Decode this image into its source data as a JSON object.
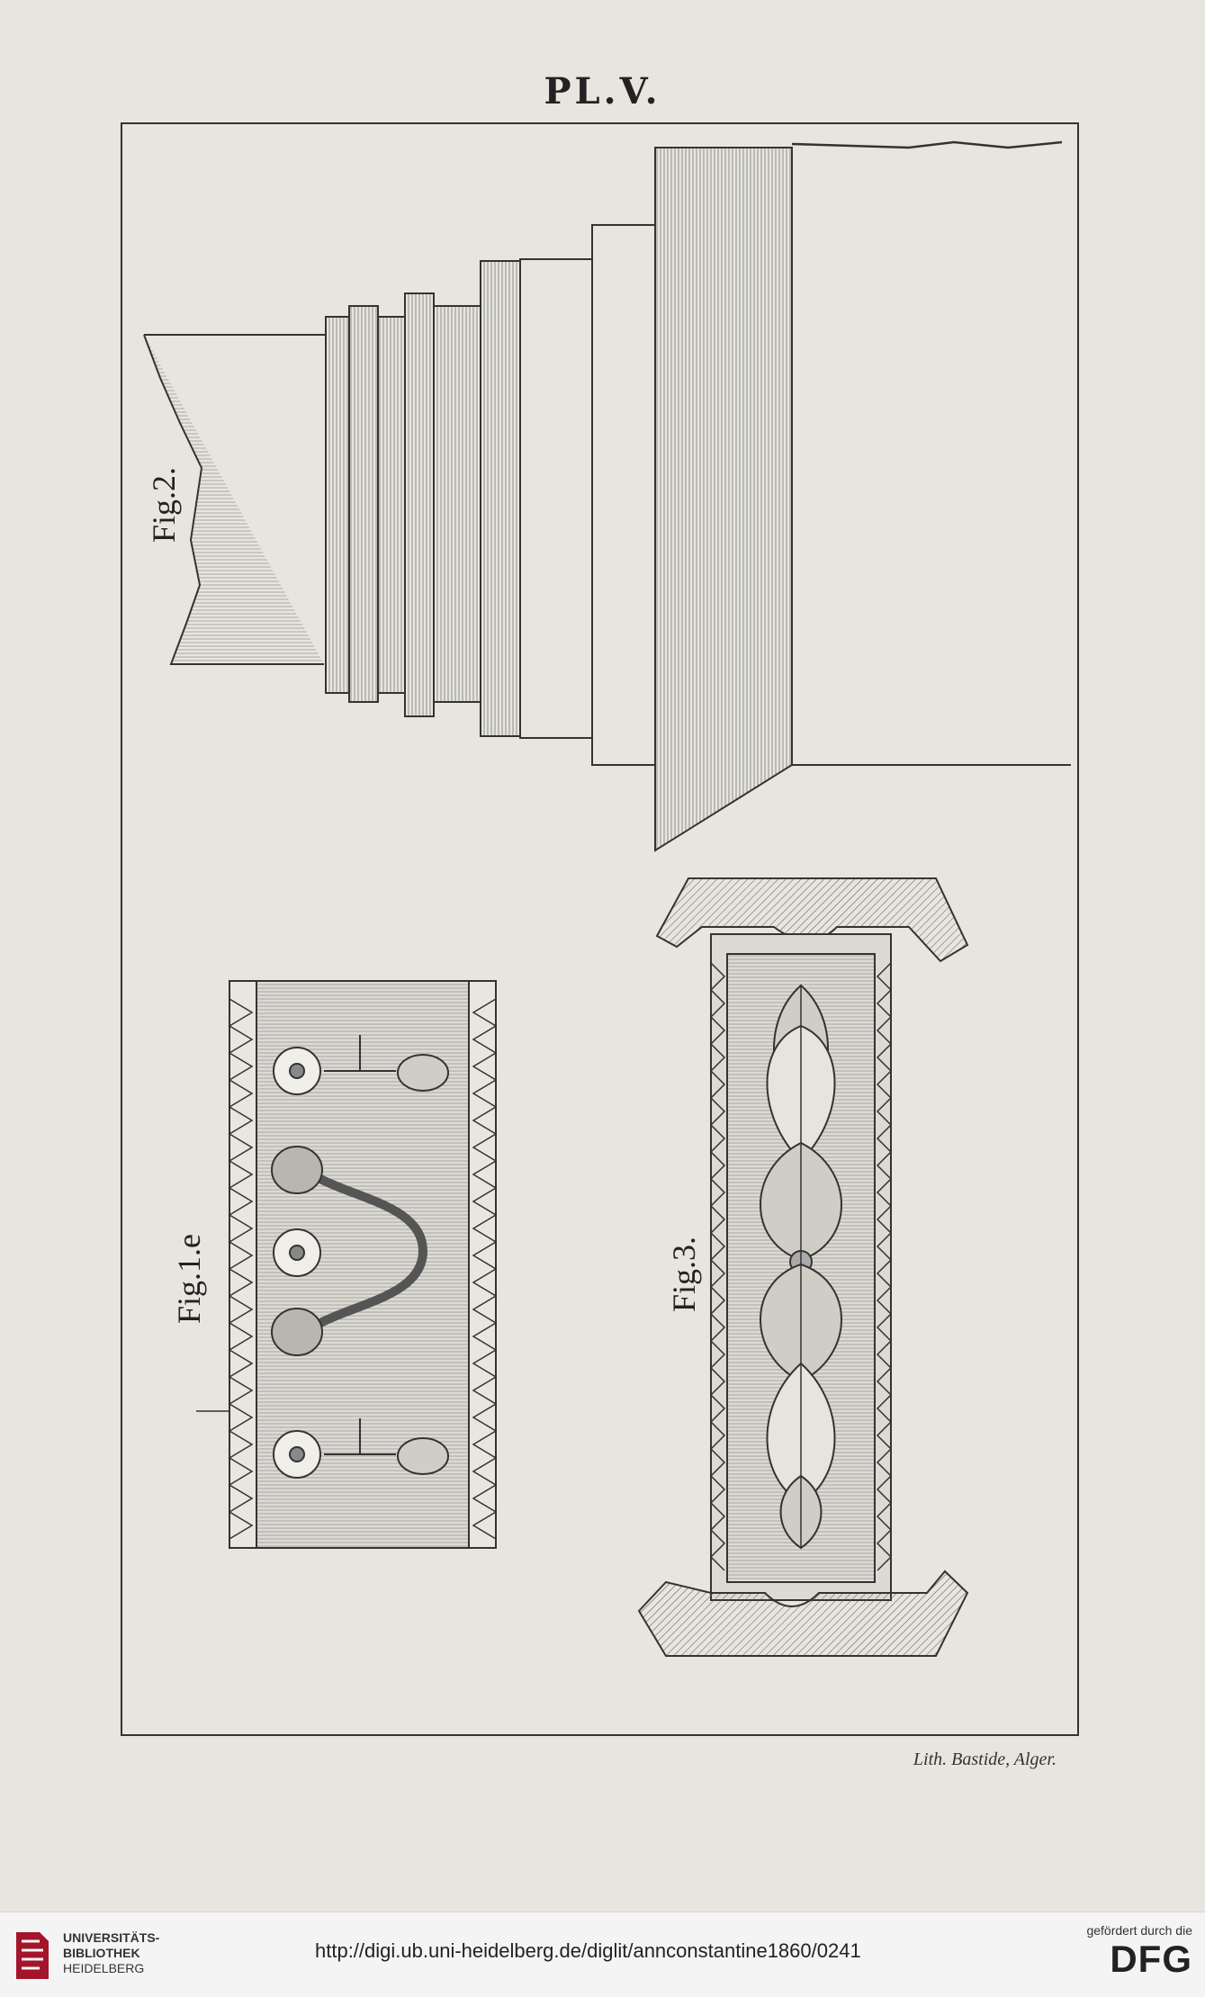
{
  "plate": {
    "title": "PL.V."
  },
  "figures": {
    "fig1": {
      "label": "Fig.1.e"
    },
    "fig2": {
      "label": "Fig.2."
    },
    "fig3": {
      "label": "Fig.3."
    }
  },
  "credit": "Lith. Bastide, Alger.",
  "footer": {
    "library_line1": "UNIVERSITÄTS-",
    "library_line2": "BIBLIOTHEK",
    "library_line3": "HEIDELBERG",
    "url": "http://digi.ub.uni-heidelberg.de/diglit/annconstantine1860/0241",
    "sponsor_caption": "gefördert durch die",
    "sponsor_name": "DFG"
  },
  "colors": {
    "paper": "#e7e5de",
    "ink": "#333333",
    "logo_red": "#a3152a"
  }
}
